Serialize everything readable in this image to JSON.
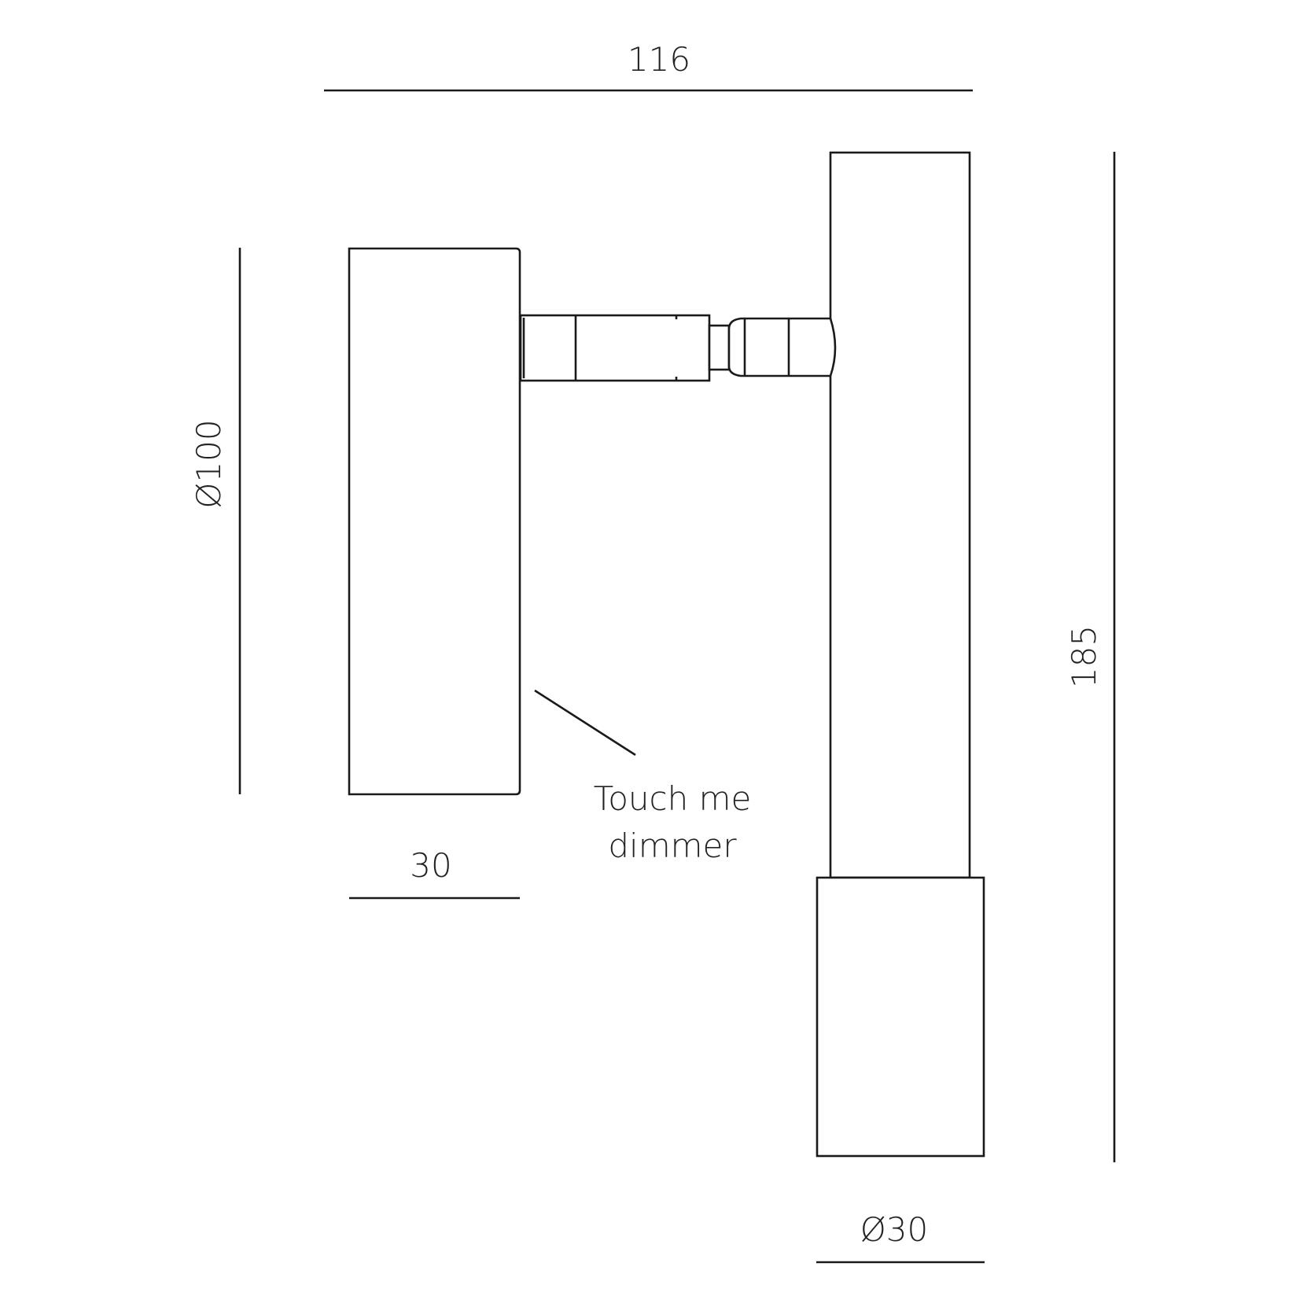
{
  "dimensions": {
    "overall_width": "116",
    "overall_height": "185",
    "head_diameter": "Ø100",
    "head_depth": "30",
    "base_diameter": "Ø30"
  },
  "annotation": {
    "line1": "Touch me",
    "line2": "dimmer"
  },
  "colors": {
    "line": "#1a1a1a",
    "background": "#ffffff"
  }
}
